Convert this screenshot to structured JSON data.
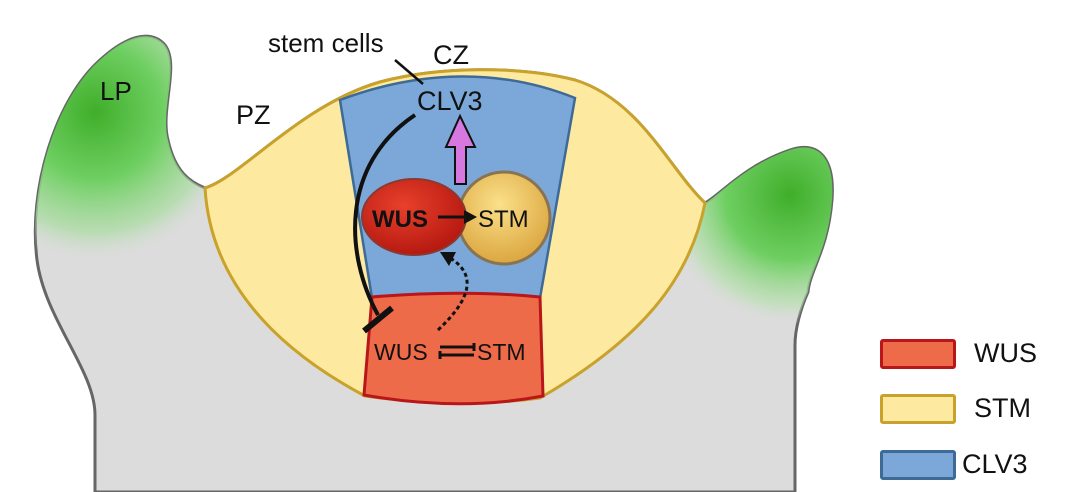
{
  "diagram": {
    "title": "Shoot apical meristem: WUS-STM-CLV3 regulation",
    "labels": {
      "lp": "LP",
      "pz": "PZ",
      "cz": "CZ",
      "stem_cells": "stem cells",
      "clv3": "CLV3",
      "wus_node": "WUS",
      "stm_node": "STM",
      "oc_wus": "WUS",
      "oc_stm": "STM"
    },
    "relations": [
      {
        "from": "WUS",
        "to": "STM",
        "type": "activates"
      },
      {
        "from": "WUS/STM complex",
        "to": "CLV3",
        "type": "activates"
      },
      {
        "from": "CLV3",
        "to": "WUS",
        "type": "represses"
      },
      {
        "from": "WUS (organizing center)",
        "to": "WUS (central zone)",
        "type": "moves"
      },
      {
        "from": "WUS",
        "to": "STM",
        "type": "mutual"
      }
    ],
    "colors": {
      "tissue": "#dcdcdc",
      "primordium_green": "#3fae2a",
      "pz_yellow": "#fde9a0",
      "cz_blue": "#7ba8d9",
      "oc_red": "#ee6b4a",
      "wus_protein": "#d42a1c",
      "stm_protein": "#e9b848",
      "arrow_magenta": "#d678e0"
    }
  },
  "legend": {
    "items": [
      {
        "label": "WUS",
        "fill": "#ee6b4a",
        "border": "#b8161a"
      },
      {
        "label": "STM",
        "fill": "#fde9a0",
        "border": "#c9a22c"
      },
      {
        "label": "CLV3",
        "fill": "#7ba8d9",
        "border": "#3d6a97"
      }
    ]
  }
}
